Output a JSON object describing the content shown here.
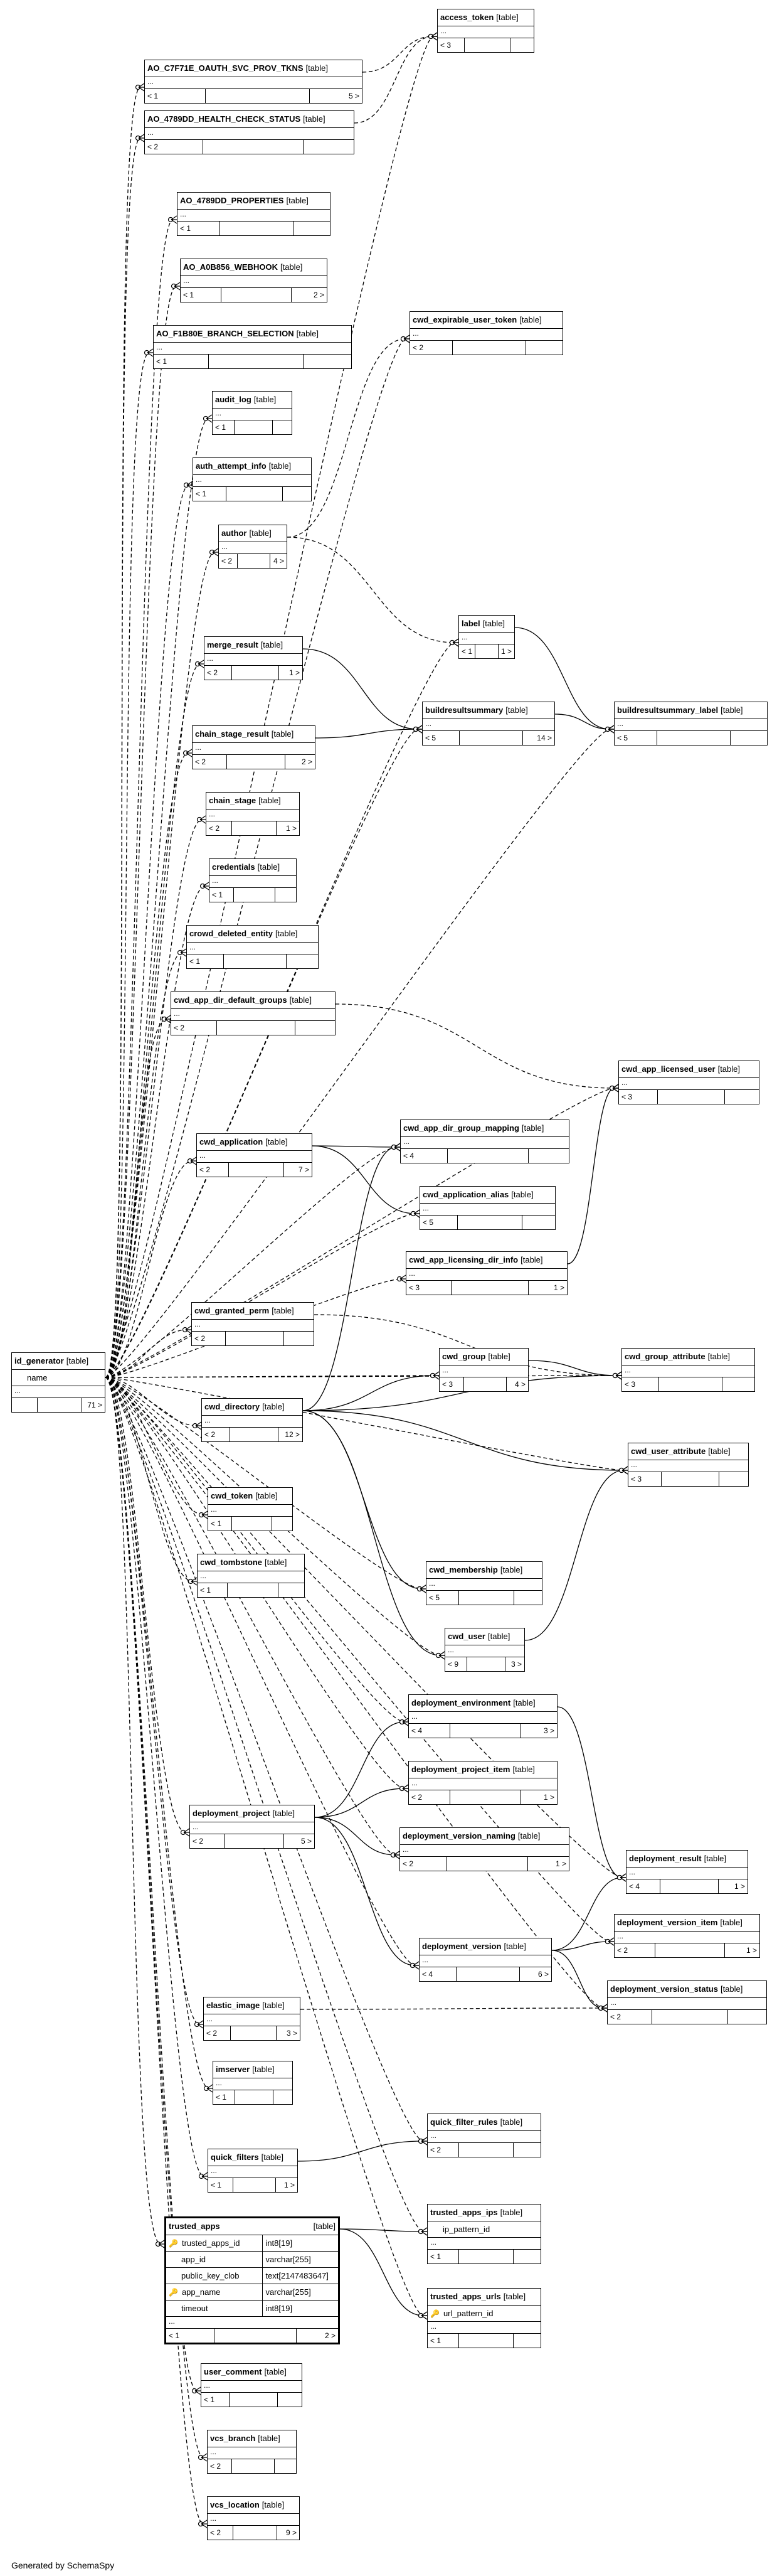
{
  "footer_text": "Generated by SchemaSpy",
  "table_tag": "[table]",
  "ellipsis": "...",
  "tables": {
    "id_generator": {
      "name": "id_generator",
      "columns": [
        {
          "name": "name"
        }
      ],
      "footer": [
        "",
        "",
        "71 >"
      ]
    },
    "access_token": {
      "name": "access_token",
      "footer": [
        "< 3",
        "",
        ""
      ]
    },
    "ao_oauth": {
      "name": "AO_C7F71E_OAUTH_SVC_PROV_TKNS",
      "footer": [
        "< 1",
        "",
        "5 >"
      ]
    },
    "ao_health": {
      "name": "AO_4789DD_HEALTH_CHECK_STATUS",
      "footer": [
        "< 2",
        "",
        ""
      ]
    },
    "ao_props": {
      "name": "AO_4789DD_PROPERTIES",
      "footer": [
        "< 1",
        "",
        ""
      ]
    },
    "ao_webhook": {
      "name": "AO_A0B856_WEBHOOK",
      "footer": [
        "< 1",
        "",
        "2 >"
      ]
    },
    "ao_branch": {
      "name": "AO_F1B80E_BRANCH_SELECTION",
      "footer": [
        "< 1",
        "",
        ""
      ]
    },
    "cwd_exp_token": {
      "name": "cwd_expirable_user_token",
      "footer": [
        "< 2",
        "",
        ""
      ]
    },
    "audit_log": {
      "name": "audit_log",
      "footer": [
        "< 1",
        "",
        ""
      ]
    },
    "auth_attempt": {
      "name": "auth_attempt_info",
      "footer": [
        "< 1",
        "",
        ""
      ]
    },
    "author": {
      "name": "author",
      "footer": [
        "< 2",
        "",
        "4 >"
      ]
    },
    "label": {
      "name": "label",
      "footer": [
        "< 1",
        "",
        "1 >"
      ]
    },
    "merge_result": {
      "name": "merge_result",
      "footer": [
        "< 2",
        "",
        "1 >"
      ]
    },
    "buildresultsummary": {
      "name": "buildresultsummary",
      "footer": [
        "< 5",
        "",
        "14 >"
      ]
    },
    "brs_label": {
      "name": "buildresultsummary_label",
      "footer": [
        "< 5",
        "",
        ""
      ]
    },
    "chain_stage_result": {
      "name": "chain_stage_result",
      "footer": [
        "< 2",
        "",
        "2 >"
      ]
    },
    "chain_stage": {
      "name": "chain_stage",
      "footer": [
        "< 2",
        "",
        "1 >"
      ]
    },
    "credentials": {
      "name": "credentials",
      "footer": [
        "< 1",
        "",
        ""
      ]
    },
    "crowd_deleted": {
      "name": "crowd_deleted_entity",
      "footer": [
        "< 1",
        "",
        ""
      ]
    },
    "cwd_app_dir_def": {
      "name": "cwd_app_dir_default_groups",
      "footer": [
        "< 2",
        "",
        ""
      ]
    },
    "cwd_app_lic_user": {
      "name": "cwd_app_licensed_user",
      "footer": [
        "< 3",
        "",
        ""
      ]
    },
    "cwd_app_dir_grp": {
      "name": "cwd_app_dir_group_mapping",
      "footer": [
        "< 4",
        "",
        ""
      ]
    },
    "cwd_application": {
      "name": "cwd_application",
      "footer": [
        "< 2",
        "",
        "7 >"
      ]
    },
    "cwd_app_alias": {
      "name": "cwd_application_alias",
      "footer": [
        "< 5",
        "",
        ""
      ]
    },
    "cwd_app_lic_dir": {
      "name": "cwd_app_licensing_dir_info",
      "footer": [
        "< 3",
        "",
        "1 >"
      ]
    },
    "cwd_granted_perm": {
      "name": "cwd_granted_perm",
      "footer": [
        "< 2",
        "",
        ""
      ]
    },
    "cwd_group": {
      "name": "cwd_group",
      "footer": [
        "< 3",
        "",
        "4 >"
      ]
    },
    "cwd_group_attr": {
      "name": "cwd_group_attribute",
      "footer": [
        "< 3",
        "",
        ""
      ]
    },
    "cwd_directory": {
      "name": "cwd_directory",
      "footer": [
        "< 2",
        "",
        "12 >"
      ]
    },
    "cwd_user_attr": {
      "name": "cwd_user_attribute",
      "footer": [
        "< 3",
        "",
        ""
      ]
    },
    "cwd_token": {
      "name": "cwd_token",
      "footer": [
        "< 1",
        "",
        ""
      ]
    },
    "cwd_tombstone": {
      "name": "cwd_tombstone",
      "footer": [
        "< 1",
        "",
        ""
      ]
    },
    "cwd_membership": {
      "name": "cwd_membership",
      "footer": [
        "< 5",
        "",
        ""
      ]
    },
    "cwd_user": {
      "name": "cwd_user",
      "footer": [
        "< 9",
        "",
        "3 >"
      ]
    },
    "dep_env": {
      "name": "deployment_environment",
      "footer": [
        "< 4",
        "",
        "3 >"
      ]
    },
    "dep_proj_item": {
      "name": "deployment_project_item",
      "footer": [
        "< 2",
        "",
        "1 >"
      ]
    },
    "dep_project": {
      "name": "deployment_project",
      "footer": [
        "< 2",
        "",
        "5 >"
      ]
    },
    "dep_ver_naming": {
      "name": "deployment_version_naming",
      "footer": [
        "< 2",
        "",
        "1 >"
      ]
    },
    "dep_result": {
      "name": "deployment_result",
      "footer": [
        "< 4",
        "",
        "1 >"
      ]
    },
    "dep_ver_item": {
      "name": "deployment_version_item",
      "footer": [
        "< 2",
        "",
        "1 >"
      ]
    },
    "dep_version": {
      "name": "deployment_version",
      "footer": [
        "< 4",
        "",
        "6 >"
      ]
    },
    "dep_ver_status": {
      "name": "deployment_version_status",
      "footer": [
        "< 2",
        "",
        ""
      ]
    },
    "elastic_image": {
      "name": "elastic_image",
      "footer": [
        "< 2",
        "",
        "3 >"
      ]
    },
    "imserver": {
      "name": "imserver",
      "footer": [
        "< 1",
        "",
        ""
      ]
    },
    "quick_filter_rules": {
      "name": "quick_filter_rules",
      "footer": [
        "< 2",
        "",
        ""
      ]
    },
    "quick_filters": {
      "name": "quick_filters",
      "footer": [
        "< 1",
        "",
        "1 >"
      ]
    },
    "trusted_apps": {
      "name": "trusted_apps",
      "columns": [
        {
          "name": "trusted_apps_id",
          "type": "int8[19]",
          "key": true
        },
        {
          "name": "app_id",
          "type": "varchar[255]"
        },
        {
          "name": "public_key_clob",
          "type": "text[2147483647]"
        },
        {
          "name": "app_name",
          "type": "varchar[255]",
          "key": true
        },
        {
          "name": "timeout",
          "type": "int8[19]"
        }
      ],
      "footer": [
        "< 1",
        "",
        "2 >"
      ]
    },
    "trusted_apps_ips": {
      "name": "trusted_apps_ips",
      "columns": [
        {
          "name": "ip_pattern_id"
        }
      ],
      "footer": [
        "< 1",
        "",
        ""
      ]
    },
    "trusted_apps_urls": {
      "name": "trusted_apps_urls",
      "columns": [
        {
          "name": "url_pattern_id",
          "key": true
        }
      ],
      "footer": [
        "< 1",
        "",
        ""
      ]
    },
    "user_comment": {
      "name": "user_comment",
      "footer": [
        "< 1",
        "",
        ""
      ]
    },
    "vcs_branch": {
      "name": "vcs_branch",
      "footer": [
        "< 2",
        "",
        ""
      ]
    },
    "vcs_location": {
      "name": "vcs_location",
      "footer": [
        "< 2",
        "",
        "9 >"
      ]
    }
  }
}
